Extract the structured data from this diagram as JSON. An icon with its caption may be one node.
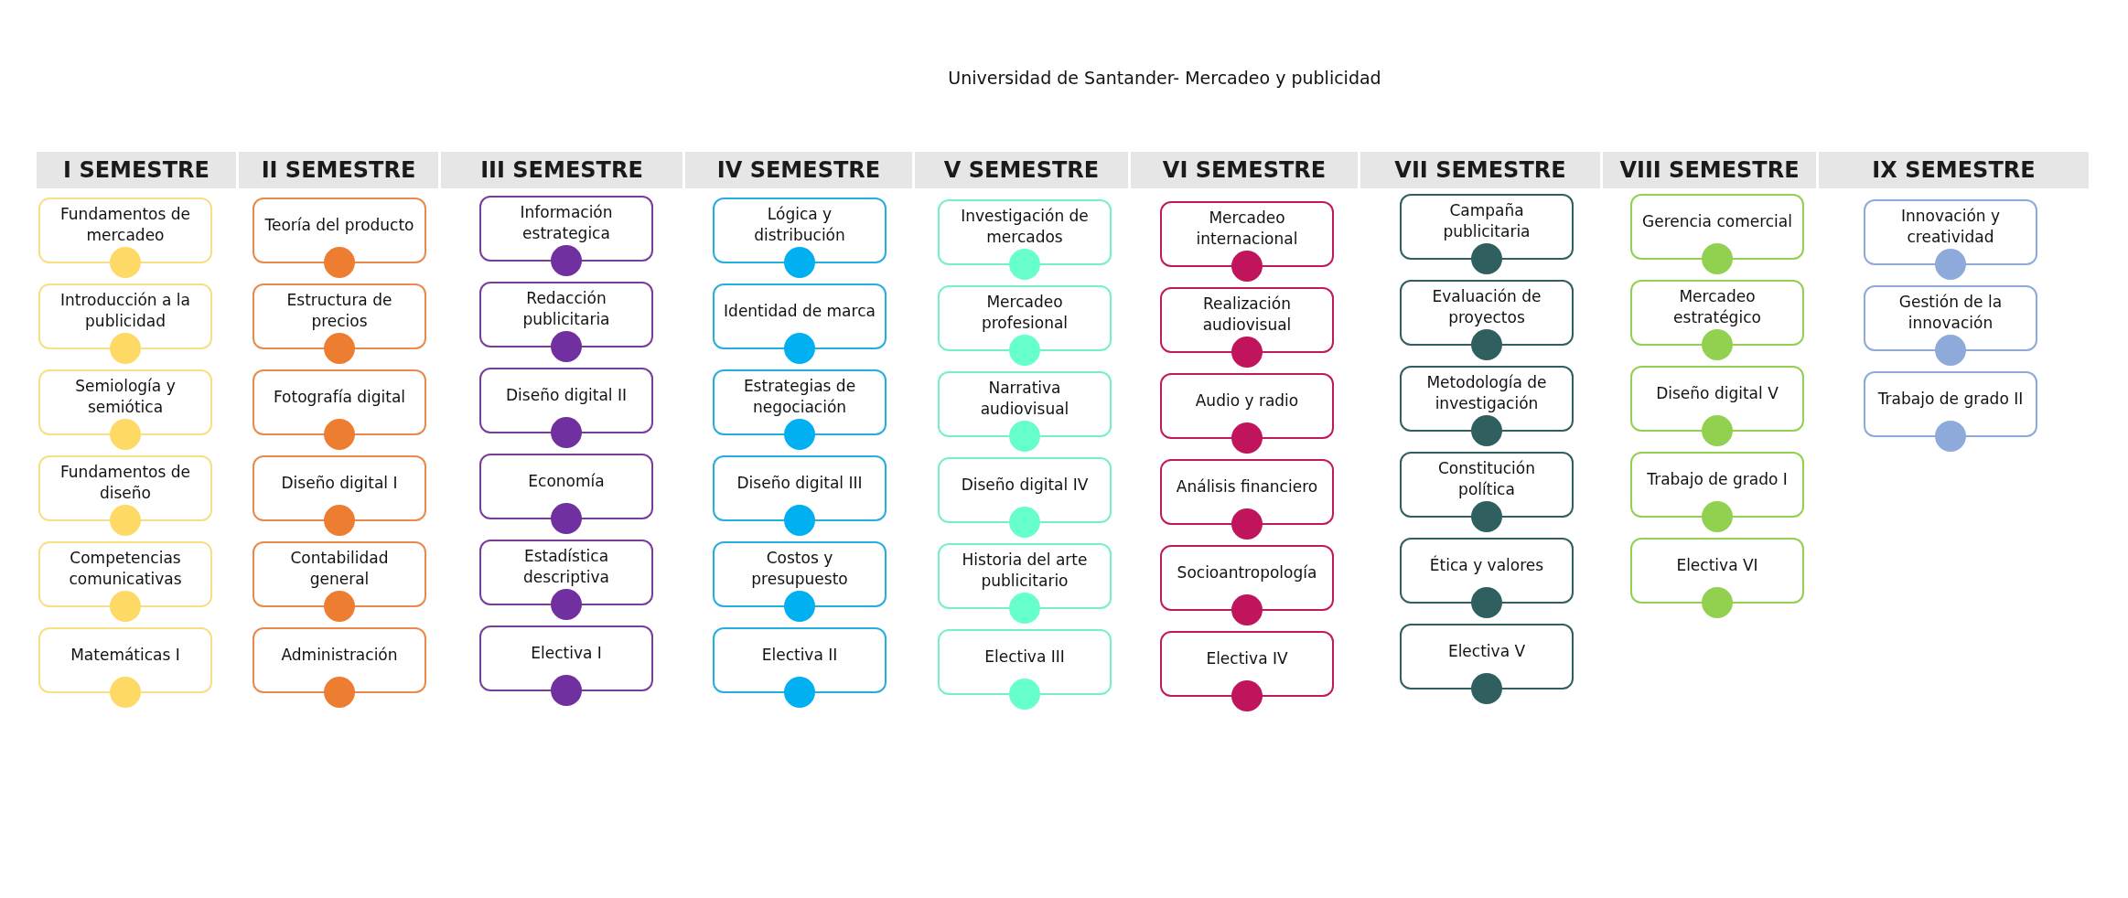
{
  "diagram": {
    "title": "Universidad de Santander- Mercadeo y publicidad",
    "nodes": [
      {
        "text": [
          "I SEMESTRE"
        ]
      },
      {
        "text": [
          "Fundamentos de mercadeo"
        ]
      },
      {
        "text": [
          "Introducción a la publicidad"
        ]
      },
      {
        "text": [
          "Semiología  y semiótica"
        ]
      },
      {
        "text": [
          "Fundamentos de diseño"
        ]
      },
      {
        "text": [
          "Competencias comunicativas"
        ]
      },
      {
        "text": [
          "Matemáticas I"
        ]
      },
      {
        "text": [
          "II SEMESTRE"
        ]
      },
      {
        "text": [
          "Teoría del producto"
        ]
      },
      {
        "text": [
          "Estructura de precios"
        ]
      },
      {
        "text": [
          "Fotografía digital"
        ]
      },
      {
        "text": [
          "Diseño digital I"
        ]
      },
      {
        "text": [
          "Contabilidad general"
        ]
      },
      {
        "text": [
          "Administración"
        ]
      },
      {
        "text": [
          "III SEMESTRE"
        ]
      },
      {
        "text": [
          "Información estrategica"
        ]
      },
      {
        "text": [
          "Redacción publicitaria"
        ]
      },
      {
        "text": [
          "Diseño digital II"
        ]
      },
      {
        "text": [
          "Economía"
        ]
      },
      {
        "text": [
          "Estadística descriptiva"
        ]
      },
      {
        "text": [
          "Electiva I"
        ]
      },
      {
        "text": [
          "IV SEMESTRE"
        ]
      },
      {
        "text": [
          "Lógica y distribución"
        ]
      },
      {
        "text": [
          "Identidad de marca"
        ]
      },
      {
        "text": [
          "Estrategias de negociación"
        ]
      },
      {
        "text": [
          "Diseño digital III"
        ]
      },
      {
        "text": [
          "Costos y presupuesto"
        ]
      },
      {
        "text": [
          "Electiva II"
        ]
      },
      {
        "text": [
          "V SEMESTRE"
        ]
      },
      {
        "text": [
          "Investigación de mercados"
        ]
      },
      {
        "text": [
          "Mercadeo profesional"
        ]
      },
      {
        "text": [
          "Narrativa audiovisual"
        ]
      },
      {
        "text": [
          "Diseño digital IV"
        ]
      },
      {
        "text": [
          "Historia del arte publicitario"
        ]
      },
      {
        "text": [
          "Electiva III"
        ]
      },
      {
        "text": [
          "VI SEMESTRE"
        ]
      },
      {
        "text": [
          "Mercadeo internacional"
        ]
      },
      {
        "text": [
          "Realización audiovisual"
        ]
      },
      {
        "text": [
          "Audio y radio"
        ]
      },
      {
        "text": [
          "Análisis financiero"
        ]
      },
      {
        "text": [
          "Socioantropología"
        ]
      },
      {
        "text": [
          "Electiva IV"
        ]
      },
      {
        "text": [
          "VII SEMESTRE"
        ]
      },
      {
        "text": [
          "Campaña publicitaria"
        ]
      },
      {
        "text": [
          "Evaluación de proyectos"
        ]
      },
      {
        "text": [
          "Metodología de investigación"
        ]
      },
      {
        "text": [
          "Constitución política"
        ]
      },
      {
        "text": [
          "Ética y valores"
        ]
      },
      {
        "text": [
          "Electiva V"
        ]
      },
      {
        "text": [
          "VIII SEMESTRE"
        ]
      },
      {
        "text": [
          "Gerencia comercial"
        ]
      },
      {
        "text": [
          "Mercadeo estratégico"
        ]
      },
      {
        "text": [
          "Diseño digital V"
        ]
      },
      {
        "text": [
          "Trabajo de grado I"
        ]
      },
      {
        "text": [
          "Electiva VI"
        ]
      },
      {
        "text": [
          "IX SEMESTRE"
        ]
      },
      {
        "text": [
          "Innovación y creatividad"
        ]
      },
      {
        "text": [
          "Gestión de la innovación"
        ]
      },
      {
        "text": [
          "Trabajo de grado II"
        ]
      }
    ]
  }
}
